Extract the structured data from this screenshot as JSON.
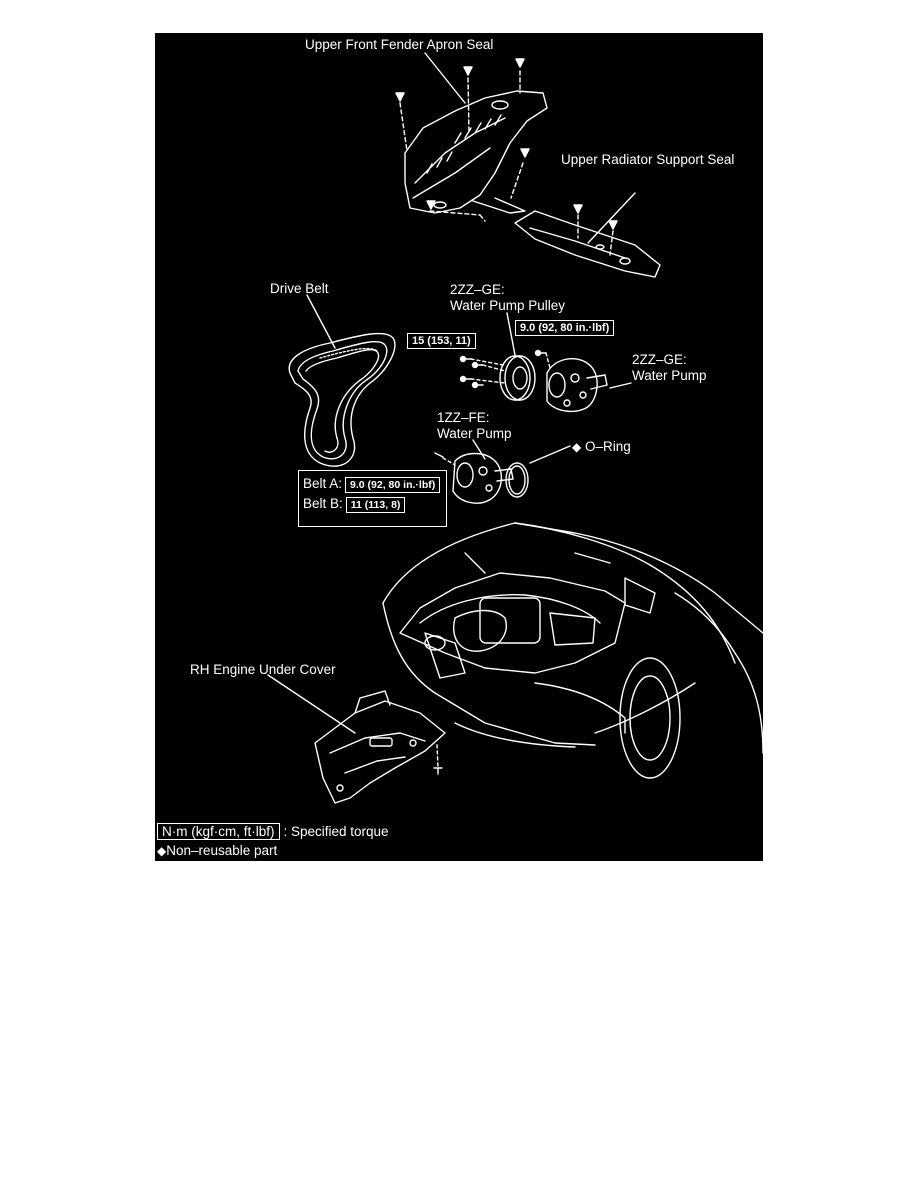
{
  "labels": {
    "apron_seal": "Upper Front Fender Apron Seal",
    "radiator_seal": "Upper Radiator Support Seal",
    "drive_belt": "Drive Belt",
    "pulley_line1": "2ZZ–GE:",
    "pulley_line2": "Water Pump Pulley",
    "wp2_line1": "2ZZ–GE:",
    "wp2_line2": "Water Pump",
    "wp1_line1": "1ZZ–FE:",
    "wp1_line2": "Water Pump",
    "oring": "O–Ring",
    "under_cover": "RH Engine Under Cover"
  },
  "torques": {
    "pulley_bolts": "15 (153, 11)",
    "wp2_bolt": "9.0 (92, 80 in.·lbf)",
    "belt_a_label": "Belt A:",
    "belt_a_value": "9.0 (92, 80 in.·lbf)",
    "belt_b_label": "Belt B:",
    "belt_b_value": "11 (113, 8)"
  },
  "legend": {
    "unit_key": "N·m (kgf·cm, ft·lbf)",
    "unit_desc": ": Specified torque",
    "nonreusable": "Non–reusable part"
  },
  "symbols": {
    "diamond": "◆"
  },
  "colors": {
    "background": "#000000",
    "line": "#ffffff",
    "page": "#ffffff"
  }
}
